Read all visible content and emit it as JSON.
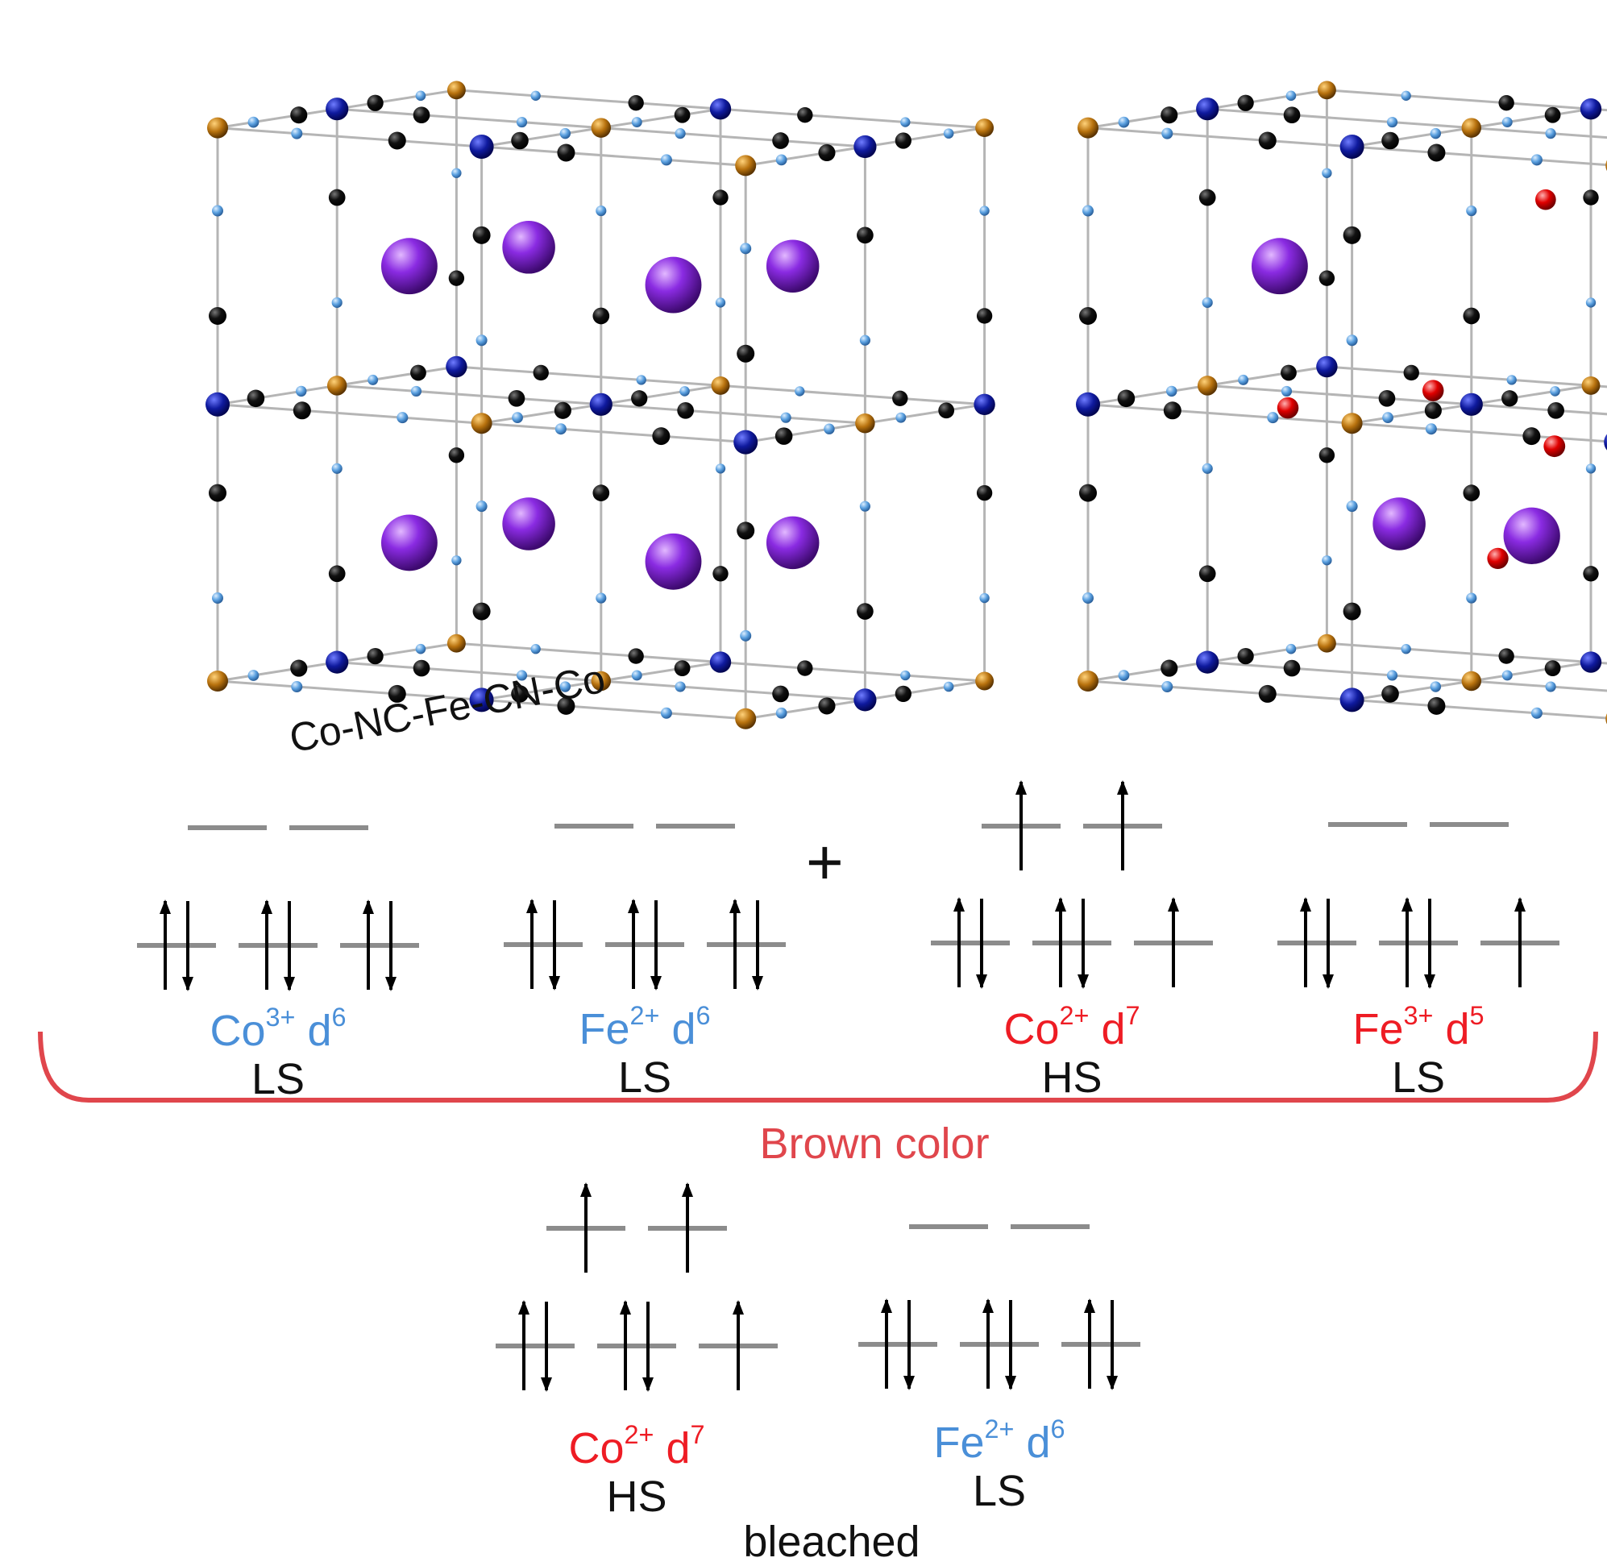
{
  "structure_label": "Co-NC-Fe-CN-Co",
  "operator": "+",
  "group_label": "Brown color",
  "bleached_label": "bleached",
  "colors": {
    "co_atom": "#b8720e",
    "fe_atom": "#0f1a9e",
    "c_atom": "#111111",
    "n_atom": "#5aa0e0",
    "k_atom": "#8a2be2",
    "water_atom": "#e00000",
    "bond": "#b5b5b5",
    "orbital_line": "#8c8c8c",
    "electron_arrow": "#000000",
    "ls_ion_label": "#4a8fd8",
    "hs_ion_label": "#ee1c24",
    "bracket": "#e0464c"
  },
  "ions": [
    {
      "id": "co3",
      "ion": "Co",
      "charge": "3+",
      "config": "d",
      "count": "6",
      "spin": "LS",
      "color": "blue",
      "eg": [
        0,
        0
      ],
      "t2g": [
        2,
        2,
        2
      ]
    },
    {
      "id": "fe2a",
      "ion": "Fe",
      "charge": "2+",
      "config": "d",
      "count": "6",
      "spin": "LS",
      "color": "blue",
      "eg": [
        0,
        0
      ],
      "t2g": [
        2,
        2,
        2
      ]
    },
    {
      "id": "co2a",
      "ion": "Co",
      "charge": "2+",
      "config": "d",
      "count": "7",
      "spin": "HS",
      "color": "red",
      "eg": [
        1,
        1
      ],
      "t2g": [
        2,
        2,
        1
      ]
    },
    {
      "id": "fe3",
      "ion": "Fe",
      "charge": "3+",
      "config": "d",
      "count": "5",
      "spin": "LS",
      "color": "red",
      "eg": [
        0,
        0
      ],
      "t2g": [
        2,
        2,
        1
      ]
    },
    {
      "id": "co2b",
      "ion": "Co",
      "charge": "2+",
      "config": "d",
      "count": "7",
      "spin": "HS",
      "color": "red",
      "eg": [
        1,
        1
      ],
      "t2g": [
        2,
        2,
        1
      ]
    },
    {
      "id": "fe2b",
      "ion": "Fe",
      "charge": "2+",
      "config": "d",
      "count": "6",
      "spin": "LS",
      "color": "blue",
      "eg": [
        0,
        0
      ],
      "t2g": [
        2,
        2,
        2
      ]
    }
  ]
}
